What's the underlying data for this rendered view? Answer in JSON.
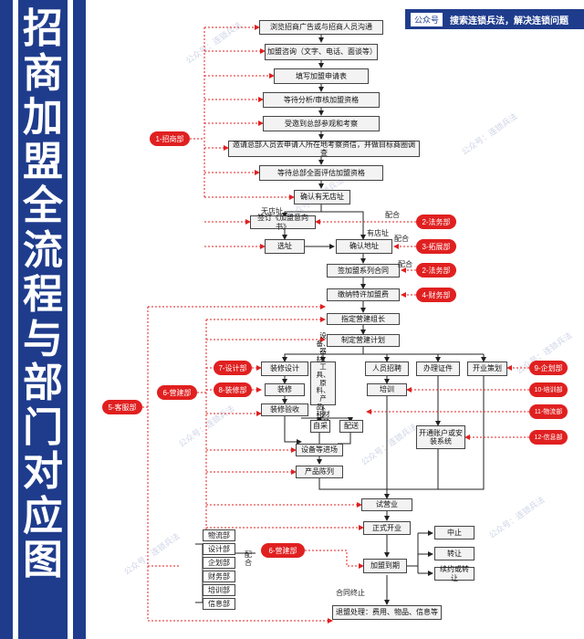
{
  "title": "招商加盟全流程与部门对应图",
  "brand": {
    "label": "公众号",
    "text": "搜索连锁兵法，解决连锁问题"
  },
  "watermark": "公众号：连锁兵法",
  "steps": {
    "s1": "浏览招商广告或与招商人员沟通",
    "s2": "加盟咨询（文字、电话、面谈等）",
    "s3": "填写加盟申请表",
    "s4": "等待分析/审核加盟资格",
    "s5": "受邀到总部参观和考察",
    "s6": "邀请总部人员去申请人所在地考察资信，并做目标商圈调查",
    "s7": "等待总部全面评估加盟资格",
    "s8": "确认有无店址",
    "s9": "签订《加盟意向书》",
    "s10": "选址",
    "s11": "确认地址",
    "s12": "签加盟系列合同",
    "s13": "缴纳特许加盟费",
    "s14": "指定营建组长",
    "s15": "制定营建计划",
    "b1": "装修设计",
    "b2": "设备、器材、工具、原料、产品、耗材等确定",
    "b3": "人员招聘",
    "b4": "办理证件",
    "b5": "开业策划",
    "b6": "装修",
    "b7": "培训",
    "b8": "装修验收",
    "b9": "自采",
    "b10": "配送",
    "b11": "开通账户或安装系统",
    "b12": "设备等进场",
    "b13": "产品陈列",
    "b14": "试营业",
    "b15": "正式开业",
    "b16": "加盟到期",
    "b17": "中止",
    "b18": "转让",
    "b19": "续约或转让",
    "b20": "退盟处理：费用、物品、信息等"
  },
  "departments": {
    "p1": "1-招商部",
    "p2a": "2-法务部",
    "p3": "3-拓展部",
    "p2b": "2-法务部",
    "p4": "4-财务部",
    "p5": "5-客服部",
    "p6a": "6-营建部",
    "p7": "7-设计部",
    "p8": "8-装修部",
    "p9": "9-企划部",
    "p10": "10-培训部",
    "p11": "11-物流部",
    "p12": "12-信息部",
    "p6b": "6-营建部"
  },
  "dept_list": [
    "物流部",
    "设计部",
    "企划部",
    "财务部",
    "培训部",
    "信息部"
  ],
  "labels": {
    "no_site": "无店址",
    "has_site": "有店址",
    "cooperate": "配合",
    "contract_end": "合同终止"
  }
}
